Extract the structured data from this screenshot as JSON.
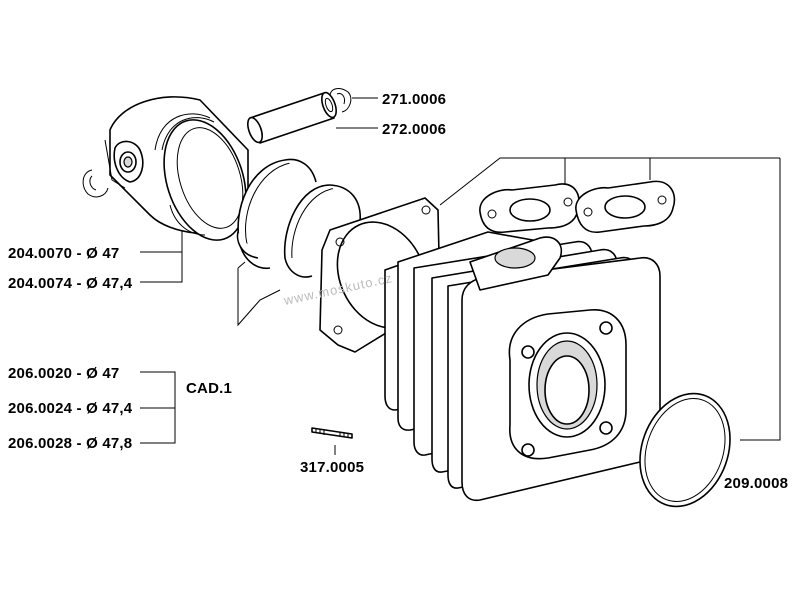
{
  "callouts": {
    "pin_clip": "271.0006",
    "piston_pin": "272.0006",
    "piston_47": "204.0070 - Ø 47",
    "piston_47_4": "204.0074 - Ø 47,4",
    "ring_47": "206.0020 - Ø 47",
    "ring_47_4": "206.0024 - Ø 47,4",
    "ring_47_8": "206.0028 - Ø 47,8",
    "ring_group": "CAD.1",
    "stud": "317.0005",
    "head_gasket": "209.0008"
  },
  "watermark": "www.moskuto.cz"
}
